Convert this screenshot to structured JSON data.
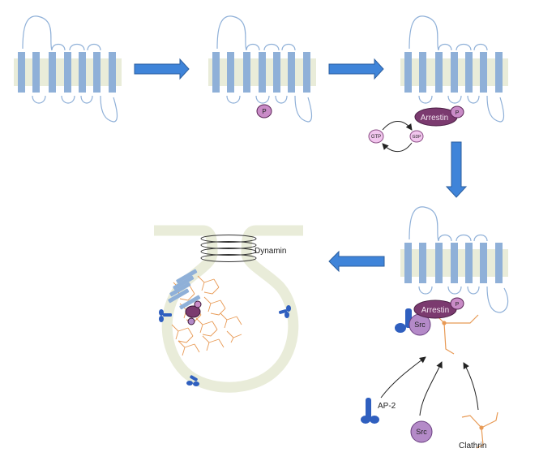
{
  "labels": {
    "phosphate": "P",
    "arrestin": "Arrestin",
    "gtp": "GTP",
    "gdp": "GDP",
    "src": "Src",
    "ap2": "AP-2",
    "clathrin": "Clathrin",
    "dynamin": "Dynamin"
  },
  "colors": {
    "membrane": "#e9ecd9",
    "helix": "#8fb0d8",
    "loop": "#8fb0d8",
    "arrow_fill": "#3f84d9",
    "arrow_stroke": "#2b5e9e",
    "phosphate_fill": "#c98bc7",
    "arrestin_fill": "#7b3a6f",
    "gtp_fill": "#f2c6ee",
    "src_fill": "#b48ac8",
    "ap2_fill": "#2f5fbf",
    "clathrin_stroke": "#e89a55",
    "vesicle": "#e9ecd9"
  }
}
